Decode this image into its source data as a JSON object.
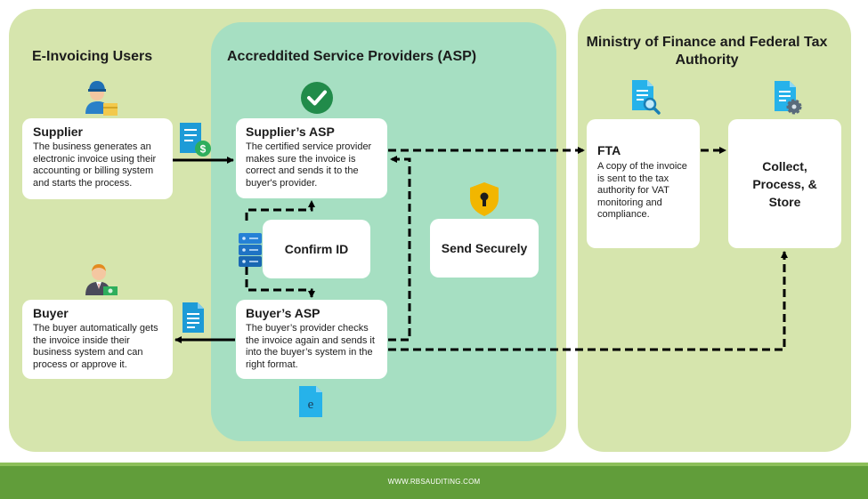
{
  "sections": {
    "users_heading": "E-Invoicing Users",
    "asp_heading": "Accreddited Service Providers (ASP)",
    "ministry_heading": "Ministry of Finance and Federal Tax Authority"
  },
  "nodes": {
    "supplier": {
      "title": "Supplier",
      "desc": "The business generates an electronic invoice using their accounting or billing system and starts the process."
    },
    "buyer": {
      "title": "Buyer",
      "desc": "The buyer automatically gets the invoice inside their business system and can process or approve it."
    },
    "supplier_asp": {
      "title": "Supplier’s ASP",
      "desc": "The certified service provider makes sure the invoice is correct and sends it to the buyer's provider."
    },
    "buyer_asp": {
      "title": "Buyer’s ASP",
      "desc": "The buyer’s provider checks the invoice again and sends it into the buyer’s system in the right format."
    },
    "confirm_id": {
      "label": "Confirm ID"
    },
    "send_securely": {
      "label": "Send Securely"
    },
    "fta": {
      "title": "FTA",
      "desc": "A copy of the invoice is sent to the tax authority for VAT monitoring and compliance."
    },
    "collect": {
      "label": "Collect, Process, & Store"
    }
  },
  "icons": {
    "supplier": "worker-with-box-icon",
    "buyer": "businessman-with-cash-icon",
    "invoice_dollar": "invoice-dollar-icon",
    "buyer_document": "document-icon",
    "check": "check-badge-icon",
    "server": "server-icon",
    "shield": "shield-lock-icon",
    "e_document": "e-document-icon",
    "e_letter": "e",
    "fta_search": "document-search-icon",
    "collect_gear": "document-gear-icon"
  },
  "colors": {
    "panel_outer": "#d6e5ad",
    "panel_asp": "#a6dfc2",
    "check_green": "#218b4a",
    "footer": "#619d3a"
  },
  "footer": {
    "url": "WWW.RBSAUDITING.COM"
  }
}
